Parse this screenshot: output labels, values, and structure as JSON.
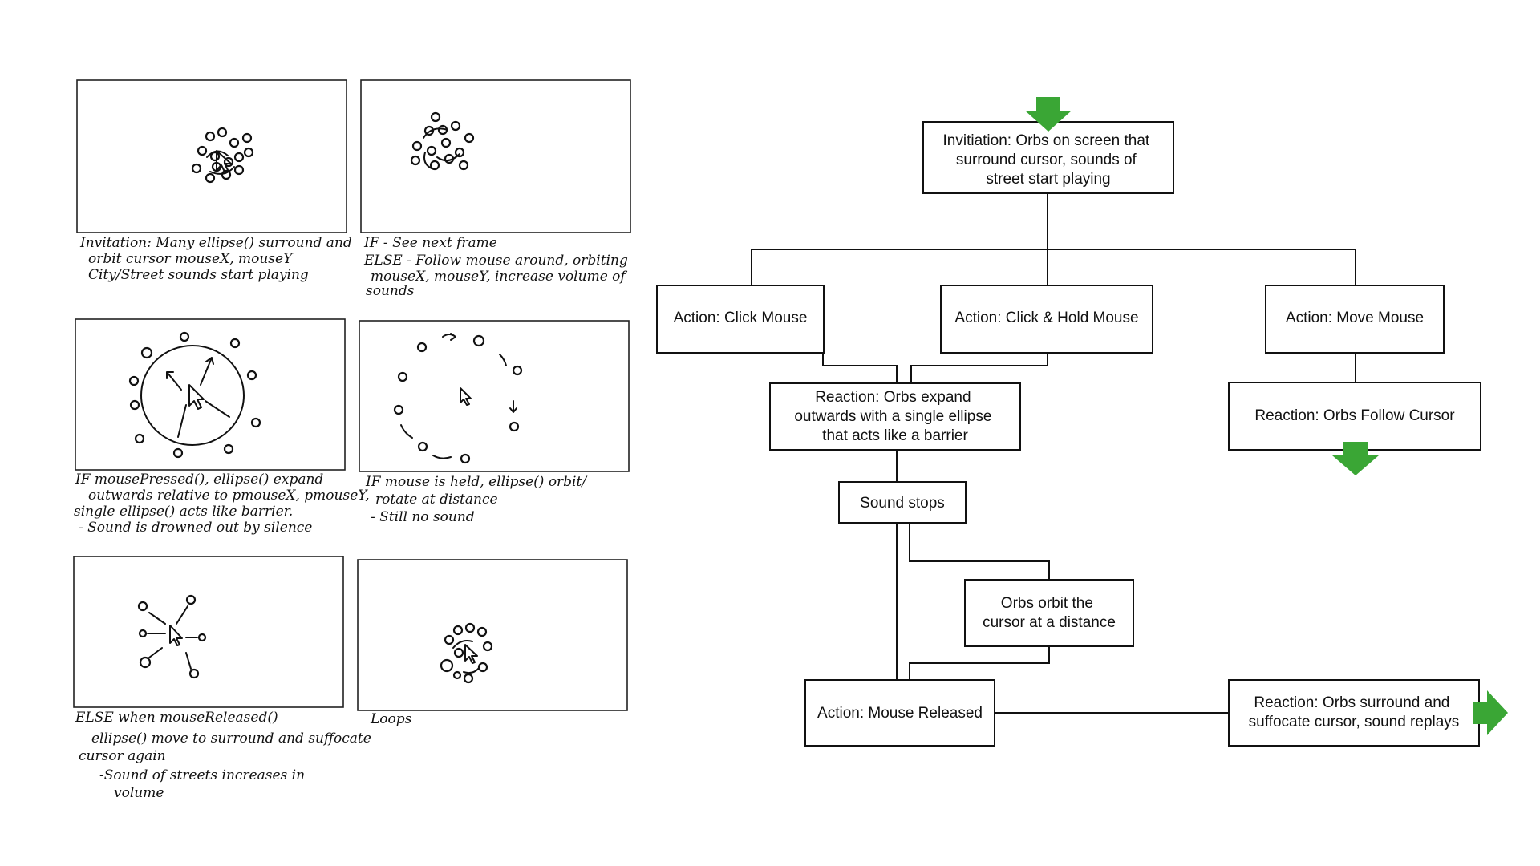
{
  "storyboard": {
    "frames": [
      {
        "caption_lines": [
          "Invitation: Many ellipse() surround and",
          "orbit cursor mouseX, mouseY",
          "City/Street sounds start playing"
        ]
      },
      {
        "caption_lines": [
          "IF - See next frame",
          "ELSE - Follow mouse around, orbiting",
          "mouseX, mouseY, increase volume of",
          "sounds"
        ]
      },
      {
        "caption_lines": [
          "IF mousePressed(), ellipse() expand",
          "outwards relative to pmouseX, pmouseY,",
          "single ellipse() acts like barrier.",
          "- Sound is drowned out by silence"
        ]
      },
      {
        "caption_lines": [
          "IF mouse is held, ellipse() orbit/",
          "rotate at distance",
          "- Still no sound"
        ]
      },
      {
        "caption_lines": [
          "ELSE when mouseReleased()",
          "ellipse() move to surround and suffocate",
          "cursor again",
          "-Sound of streets increases in",
          "volume"
        ]
      },
      {
        "caption_lines": [
          "Loops"
        ]
      }
    ]
  },
  "flowchart": {
    "invitation": [
      "Invitiation: Orbs on screen that",
      "surround cursor, sounds of",
      "street start playing"
    ],
    "action_click": "Action: Click Mouse",
    "action_hold": "Action: Click & Hold Mouse",
    "action_move": "Action: Move Mouse",
    "reaction_expand": [
      "Reaction: Orbs expand",
      "outwards with a single ellipse",
      "that acts like a barrier"
    ],
    "reaction_follow": "Reaction: Orbs Follow Cursor",
    "sound_stops": "Sound stops",
    "orbit_distance": [
      "Orbs orbit the",
      "cursor at a distance"
    ],
    "action_released": "Action: Mouse Released",
    "reaction_surround": [
      "Reaction: Orbs surround and",
      "suffocate cursor, sound replays"
    ]
  },
  "colors": {
    "arrow": "#3aa635",
    "line": "#111111"
  },
  "icons": [
    "down-arrow-icon",
    "right-arrow-icon",
    "cursor-icon"
  ]
}
